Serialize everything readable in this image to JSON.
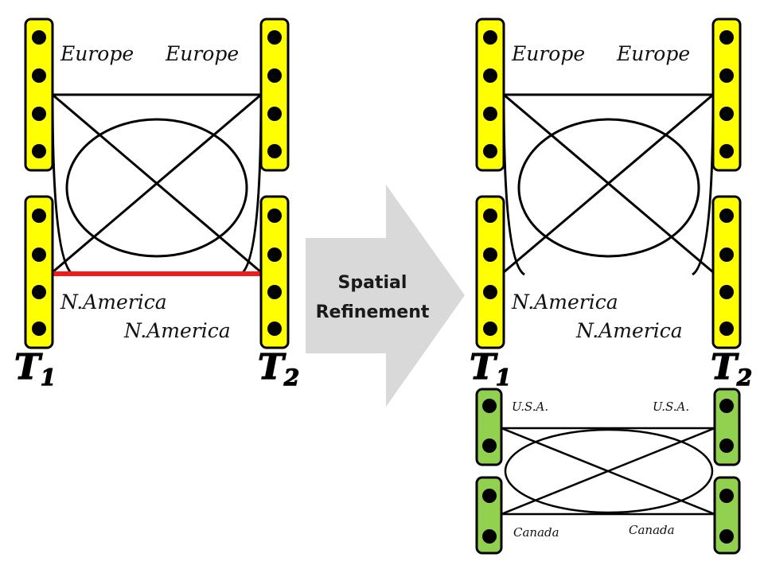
{
  "before": {
    "top_left_label": "Europe",
    "top_right_label": "Europe",
    "bottom_left_label": "N.America",
    "bottom_right_label": "N.America",
    "t1": {
      "letter": "T",
      "sub": "1"
    },
    "t2": {
      "letter": "T",
      "sub": "2"
    },
    "highlight_color": "#ee1c1c"
  },
  "arrow": {
    "line1": "Spatial",
    "line2": "Refinement",
    "color": "#d9d9d9"
  },
  "after": {
    "top_left_label": "Europe",
    "top_right_label": "Europe",
    "bottom_left_label": "N.America",
    "bottom_right_label": "N.America",
    "t1": {
      "letter": "T",
      "sub": "1"
    },
    "t2": {
      "letter": "T",
      "sub": "2"
    }
  },
  "refined": {
    "top_left_label": "U.S.A.",
    "top_right_label": "U.S.A.",
    "bottom_left_label": "Canada",
    "bottom_right_label": "Canada"
  },
  "colors": {
    "yellow_node": "#ffff00",
    "green_node": "#92d050",
    "dot": "#000000",
    "edge": "#000000"
  }
}
